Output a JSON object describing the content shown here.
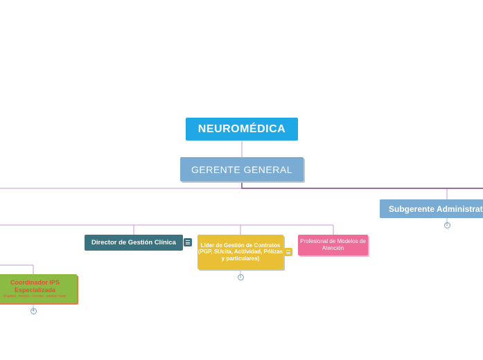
{
  "colors": {
    "root": "#20a8e6",
    "blue": "#7aabd3",
    "teal": "#3a7280",
    "yellow": "#e8bf35",
    "pink": "#ef6c99",
    "green": "#8bbb43",
    "connector": "#c39ad6"
  },
  "nodes": {
    "root": "NEUROMÉDICA",
    "gerente": "GERENTE GENERAL",
    "subgerente": "Subgerente Administrativo",
    "director": "Director de Gestión Clínica",
    "lider": "Líder de Gestión de Contratos (PGP, SUcita, Acitividad, Pólizas y particulares)",
    "profesional": "Profesional de Modelos de Atención",
    "coordinador_title": "Coordinador IPS Especializada",
    "coordinador_sub": "Engativá - Paraíso - Armenia - Medical Tower"
  },
  "badges": {
    "subgerente": "2",
    "lider": "1",
    "coordinador": "4"
  },
  "icons": {
    "director_note": "note-icon",
    "lider_note": "note-icon"
  }
}
